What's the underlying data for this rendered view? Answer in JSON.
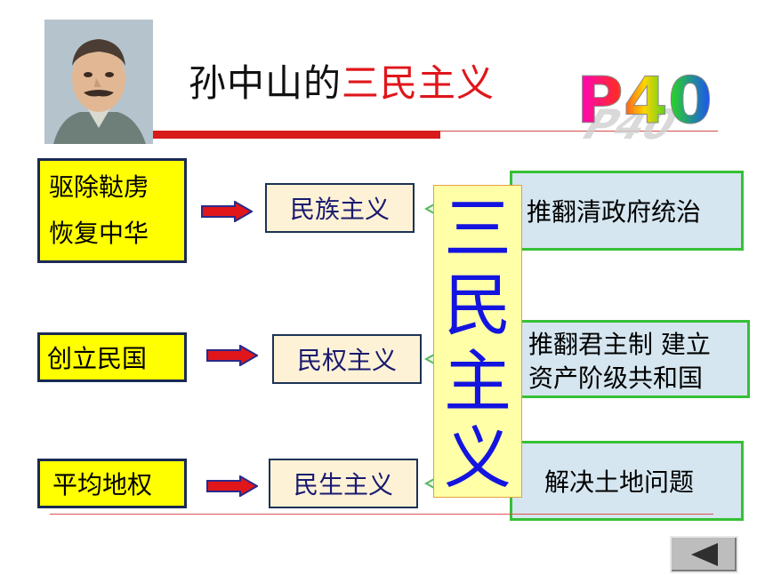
{
  "title": {
    "prefix": "孙中山的",
    "highlight": "三民主义"
  },
  "badge": "P40",
  "left_boxes": [
    {
      "lines": [
        "驱除鞑虏",
        "恢复中华"
      ]
    },
    {
      "lines": [
        "创立民国"
      ]
    },
    {
      "lines": [
        "平均地权"
      ]
    }
  ],
  "mid_boxes": [
    "民族主义",
    "民权主义",
    "民生主义"
  ],
  "center_box": [
    "三",
    "民",
    "主",
    "义"
  ],
  "right_boxes": [
    {
      "lines": [
        "推翻清政府统治"
      ]
    },
    {
      "lines": [
        "推翻君主制 建立",
        "资产阶级共和国"
      ]
    },
    {
      "lines": [
        "解决土地问题"
      ]
    }
  ],
  "colors": {
    "title_red": "#e0161b",
    "yellow": "#ffff00",
    "cream": "#fdf2d6",
    "blue": "#d5e6f0",
    "center_text": "#1414e0"
  },
  "icons": {
    "arrow": "right-arrow-icon",
    "back": "back-triangle-icon"
  }
}
